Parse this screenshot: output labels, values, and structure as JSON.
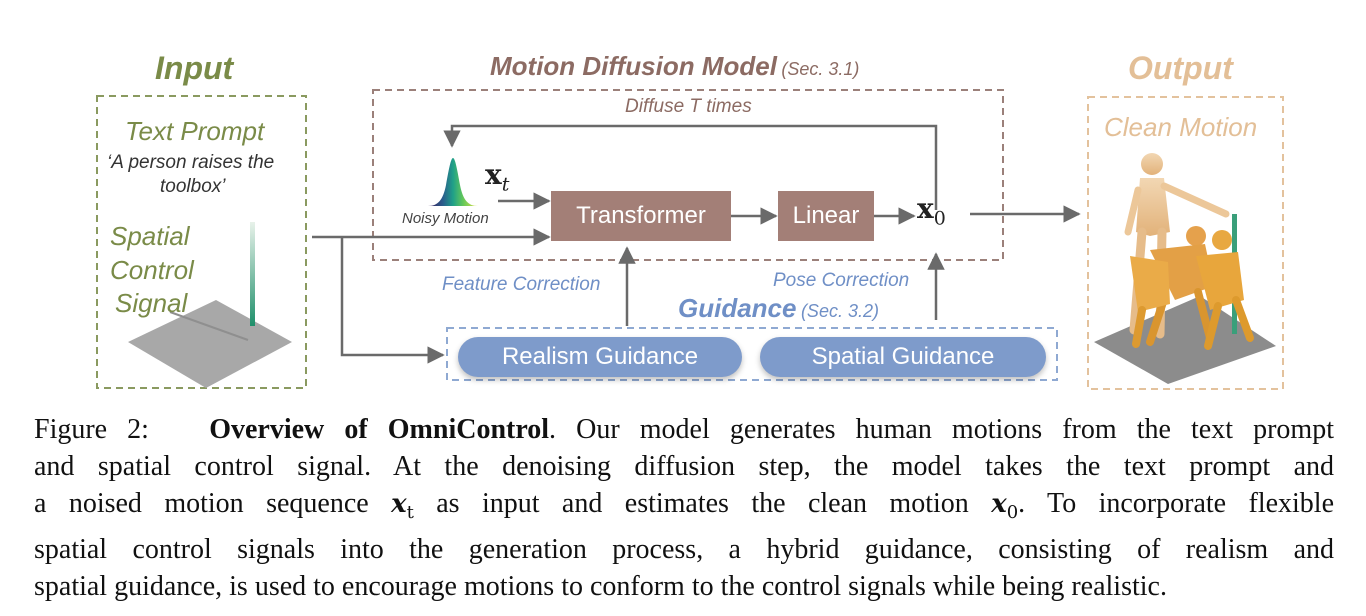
{
  "input": {
    "heading": "Input",
    "text_prompt_label": "Text Prompt",
    "prompt_text_line1": "‘A person raises the",
    "prompt_text_line2": "toolbox’",
    "spatial_line1": "Spatial",
    "spatial_line2": "Control",
    "spatial_line3": "Signal"
  },
  "diffusion": {
    "heading": "Motion Diffusion Model",
    "section_ref": "(Sec. 3.1)",
    "loop_label": "Diffuse T times",
    "xt_main": "x",
    "xt_sub": "t",
    "noisy_label": "Noisy Motion",
    "transformer_label": "Transformer",
    "linear_label": "Linear",
    "x0_main": "x",
    "x0_sub": "0"
  },
  "guidance": {
    "heading": "Guidance",
    "section_ref": "(Sec. 3.2)",
    "feature_correction": "Feature Correction",
    "pose_correction": "Pose Correction",
    "realism": "Realism Guidance",
    "spatial": "Spatial Guidance"
  },
  "output": {
    "heading": "Output",
    "clean_motion": "Clean Motion"
  },
  "caption": {
    "figure_label": "Figure 2:",
    "bold_title": "Overview of OmniControl",
    "line1_rest": ". Our model generates human motions from the text prompt",
    "line2": "and spatial control signal.  At the denoising diffusion step, the model takes the text prompt and",
    "line3_a": "a noised motion sequence",
    "line3_var1": "x",
    "line3_sub1": "t",
    "line3_b": "as input and estimates the clean motion",
    "line3_var2": "x",
    "line3_sub2": "0",
    "line3_c": ".  To incorporate flexible",
    "line4": "spatial control signals into the generation process, a hybrid guidance, consisting of realism and",
    "line5": "spatial guidance, is used to encourage motions to conform to the control signals while being realistic."
  },
  "colors": {
    "input_green": "#7a8b48",
    "diffusion_brown": "#8c6b63",
    "guidance_blue": "#6f8fc6",
    "output_tan": "#e3bf97",
    "block_fill": "#a37f77",
    "pill_fill": "#7e9bcb",
    "arrow_gray": "#6a6a6a"
  }
}
